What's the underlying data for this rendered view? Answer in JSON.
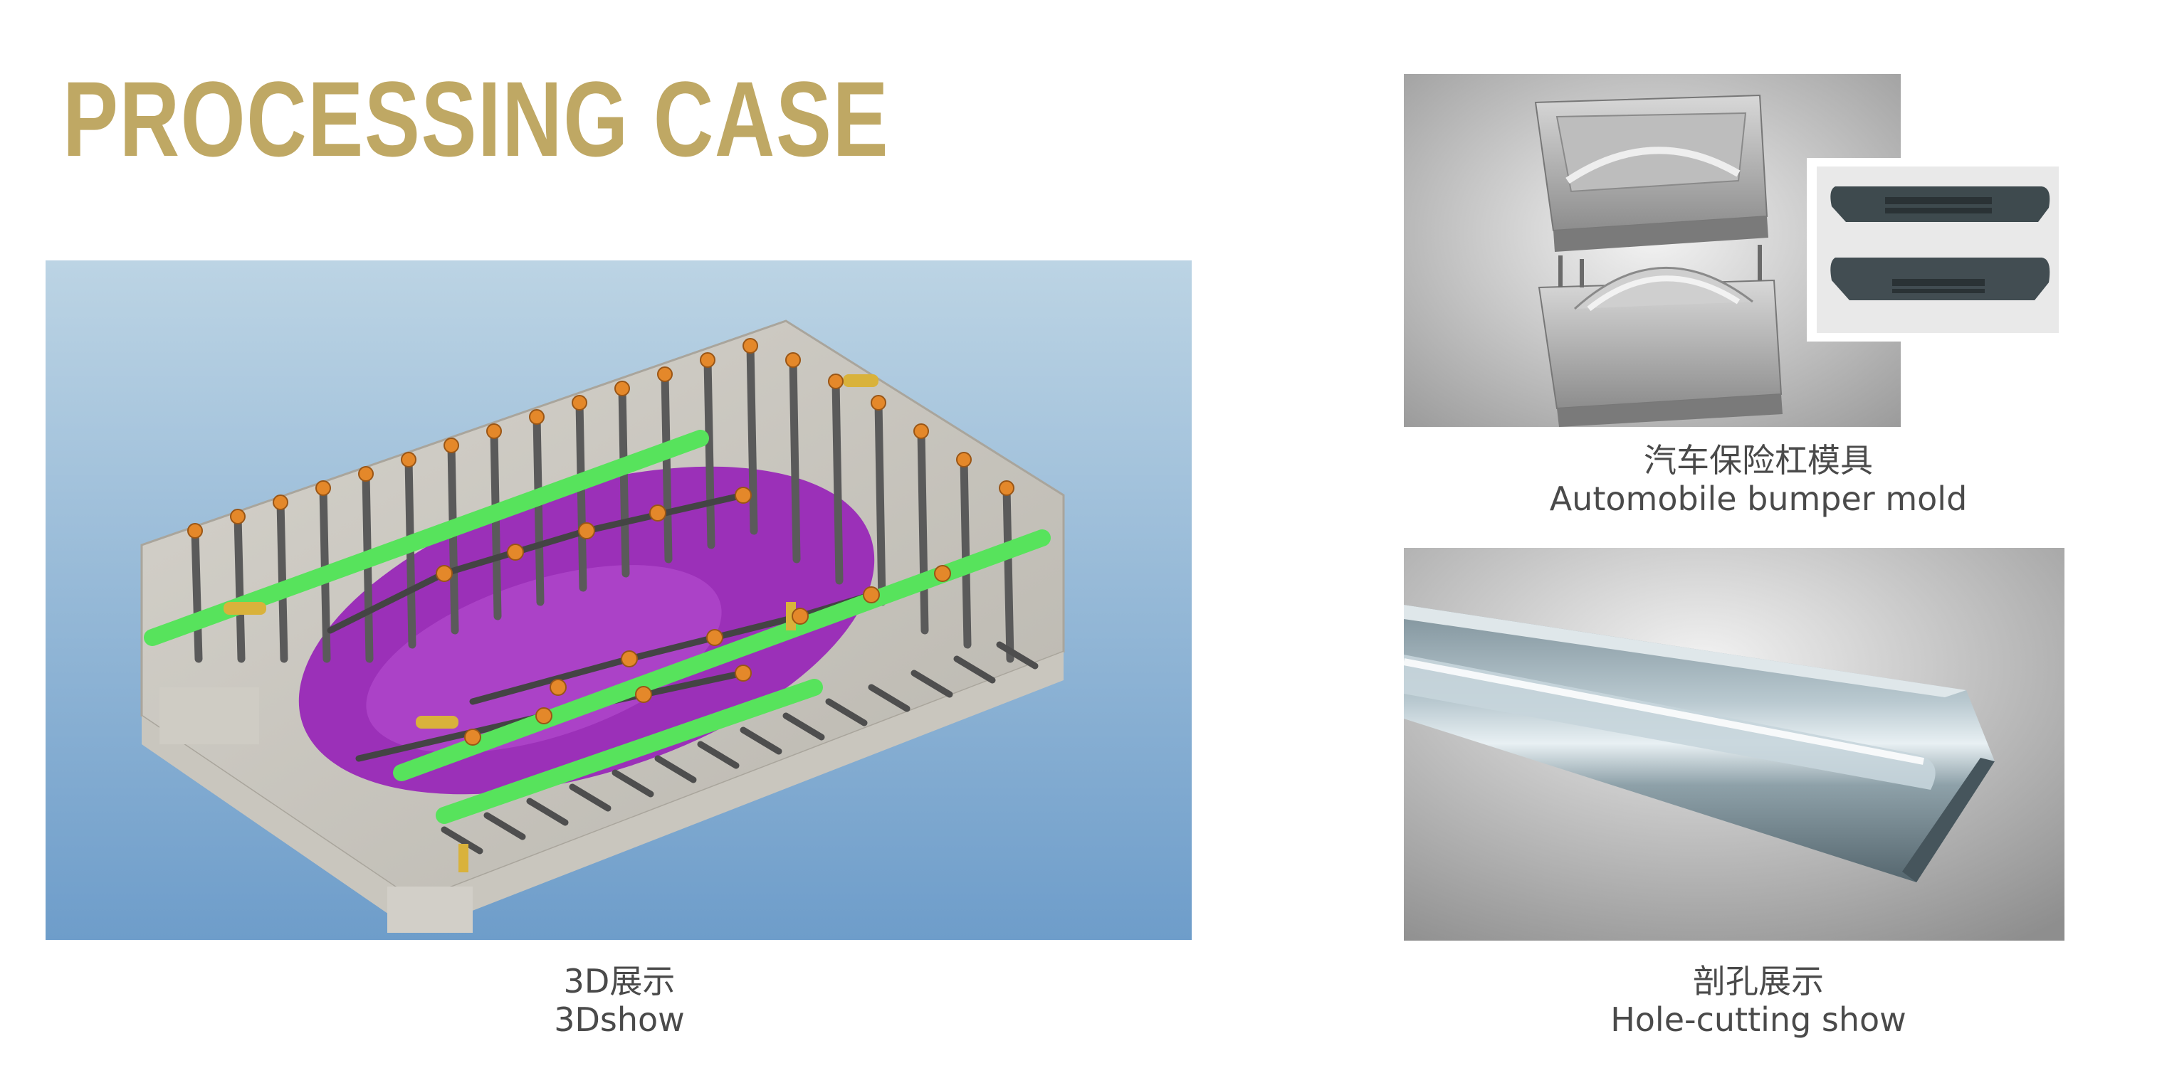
{
  "heading": {
    "title": "PROCESSING CASE"
  },
  "colors": {
    "title_gold": "#bfa864",
    "caption_gray": "#4a4a4a",
    "render_sky_top": "#b9d2e3",
    "render_sky_bottom": "#6f9ecb",
    "pipe_green": "#57e35c",
    "cavity_purple": "#9b30b8",
    "gate_orange": "#e4882a"
  },
  "cases": [
    {
      "id": "3d",
      "caption_cn": "3D展示",
      "caption_en": "3Dshow",
      "image": "3d-mold-render-illustration"
    },
    {
      "id": "bumper",
      "caption_cn": "汽车保险杠模具",
      "caption_en": "Automobile bumper mold",
      "image": "bumper-mold-photo-illustration"
    },
    {
      "id": "hole",
      "caption_cn": "剖孔展示",
      "caption_en": "Hole-cutting show",
      "image": "hole-cutting-photo-illustration"
    }
  ]
}
